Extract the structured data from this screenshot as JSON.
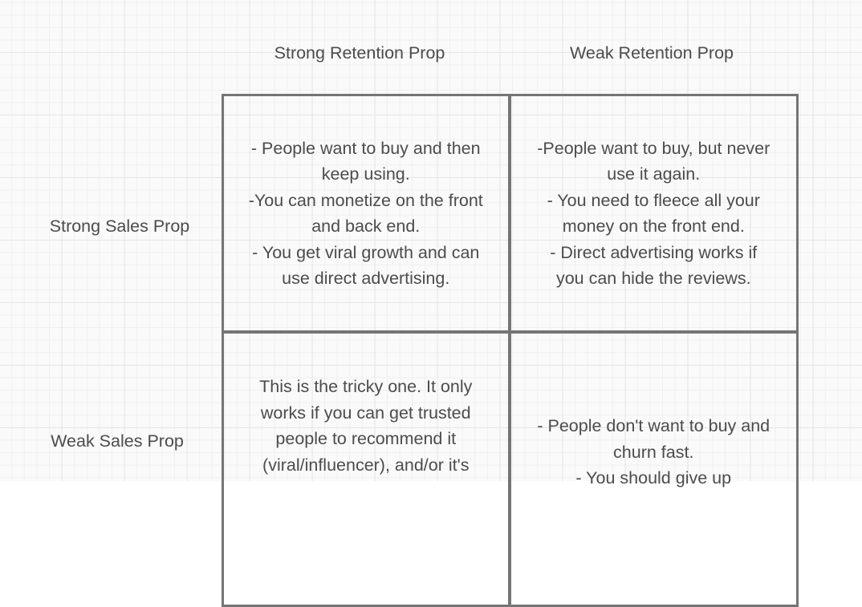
{
  "palette": {
    "canvas_bg": "#fafafa",
    "grid_minor": "#f0f0f0",
    "grid_major": "#e6e6e6",
    "stroke": "#757575",
    "text": "#4c4c4c"
  },
  "matrix": {
    "column_headers": [
      "Strong Retention Prop",
      "Weak Retention Prop"
    ],
    "row_headers": [
      "Strong Sales Prop",
      "Weak Sales Prop"
    ],
    "cells": [
      {
        "lines": [
          "- People want to buy and then",
          "keep using.",
          "-You can monetize on the front",
          "and back end.",
          "- You get viral growth and can",
          "use direct advertising."
        ]
      },
      {
        "lines": [
          "-People want to buy, but never",
          "use it again.",
          "- You need to fleece all your",
          "money on the front end.",
          "- Direct advertising works if",
          "you can hide the reviews."
        ]
      },
      {
        "lines": [
          "This is the tricky one. It only",
          "works if you can get trusted",
          "people to recommend it",
          "(viral/influencer), and/or it's"
        ]
      },
      {
        "lines": [
          "- People don't want to buy and",
          "churn fast.",
          "- You should give up"
        ]
      }
    ]
  }
}
